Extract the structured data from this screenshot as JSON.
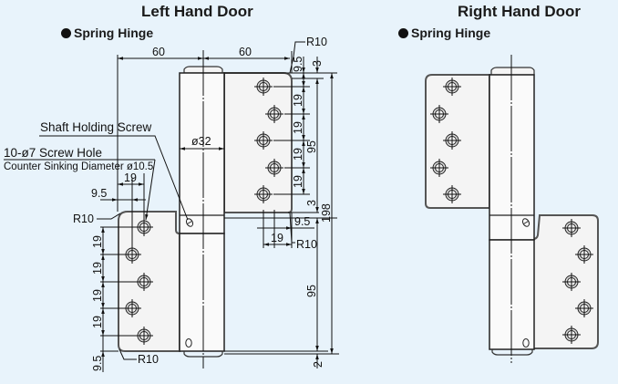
{
  "left": {
    "title": "Left Hand Door",
    "subtitle": "Spring Hinge",
    "dimensions": {
      "top_width_left": "60",
      "top_width_right": "60",
      "radius_top": "R10",
      "offset_top": "9.5",
      "gap_top": "3",
      "pitch_1": "19",
      "pitch_2": "19",
      "pitch_3": "19",
      "pitch_4": "19",
      "upper_leaf_height": "95",
      "gap_mid": "3",
      "total_height": "198",
      "shaft_diameter": "ø32",
      "lower_offset": "9.5",
      "lower_pitch": "19",
      "radius_mid": "R10",
      "lower_leaf_height": "95",
      "bottom_gap": "2",
      "left_pitch": "19",
      "left_offset": "9.5",
      "radius_left": "R10",
      "lp_1": "19",
      "lp_2": "19",
      "lp_3": "19",
      "lp_4": "19",
      "bottom_offset": "9.5",
      "radius_bottom": "R10"
    },
    "callouts": {
      "shaft_screw": "Shaft Holding Screw",
      "screw_hole": "10-ø7 Screw Hole",
      "countersink": "Counter Sinking Diameter ø10.5"
    }
  },
  "right": {
    "title": "Right Hand Door",
    "subtitle": "Spring Hinge"
  }
}
